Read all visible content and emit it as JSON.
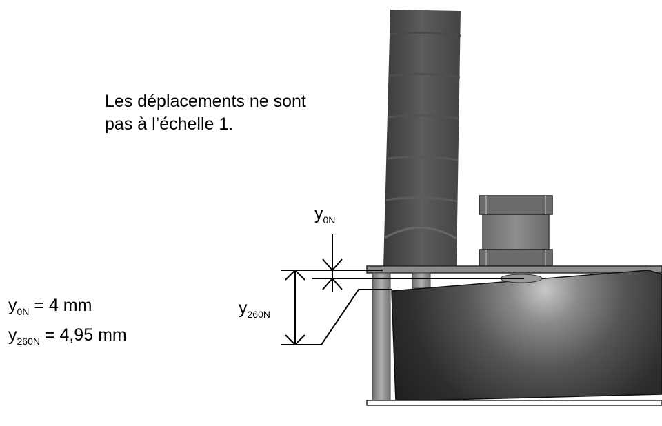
{
  "note": {
    "line1": "Les déplacements ne sont",
    "line2": "pas à l’échelle 1."
  },
  "labels": {
    "y0": {
      "main": "y",
      "sub": "0N"
    },
    "y260": {
      "main": "y",
      "sub": "260N"
    }
  },
  "results": {
    "y0": {
      "main": "y",
      "sub": "0N",
      "value": " = 4 mm"
    },
    "y260": {
      "main": "y",
      "sub": "260N",
      "value": " = 4,95 mm"
    }
  },
  "colors": {
    "chimney": "#5a5a5a",
    "plate": "#8a8a8a",
    "tank_dark": "#141414",
    "tank_light": "#bdbdbd",
    "cylinder": "#7d7d7d",
    "line": "#000000"
  }
}
